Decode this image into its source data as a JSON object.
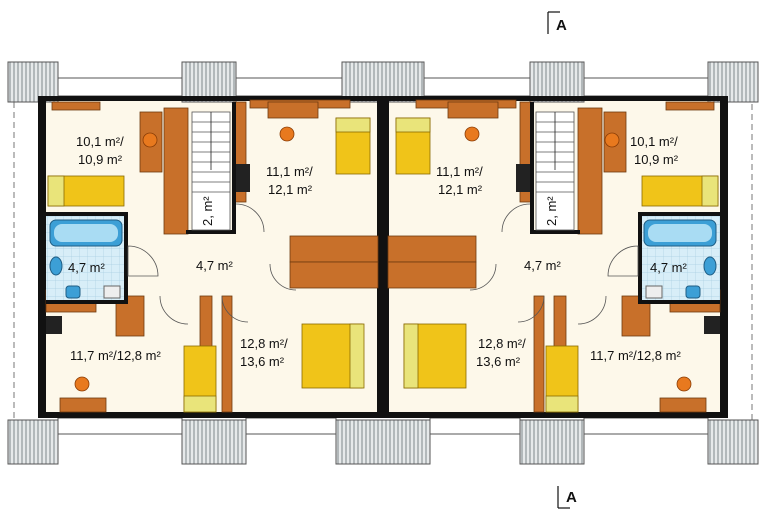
{
  "colors": {
    "floor": "#fdf8ea",
    "wall": "#111111",
    "wood": "#c8702a",
    "bath": "#cde9f5",
    "bed": "#f0c419",
    "bed_pillow": "#e9e47a",
    "chair": "#e8791e",
    "roof_grey": "#9aa2a6"
  },
  "section_marker": "A",
  "rooms": {
    "top_left_room": "10,1 m²/",
    "top_left_room_2": "10,9 m²",
    "top_mid_left": "11,1 m²/",
    "top_mid_left_2": "12,1 m²",
    "top_mid_right": "11,1 m²/",
    "top_mid_right_2": "12,1 m²",
    "top_right_room": "10,1 m²/",
    "top_right_room_2": "10,9 m²",
    "bath_left": "4,7 m²",
    "hall_left": "4,7 m²",
    "hall_right": "4,7 m²",
    "bath_right": "4,7 m²",
    "bottom_left_room": "11,7 m²/12,8 m²",
    "bottom_mid_left": "12,8 m²/",
    "bottom_mid_left_2": "13,6 m²",
    "bottom_mid_right": "12,8 m²/",
    "bottom_mid_right_2": "13,6 m²",
    "bottom_right_room": "11,7 m²/12,8 m²",
    "stair_left": "2, m²",
    "stair_right": "2, m²"
  }
}
